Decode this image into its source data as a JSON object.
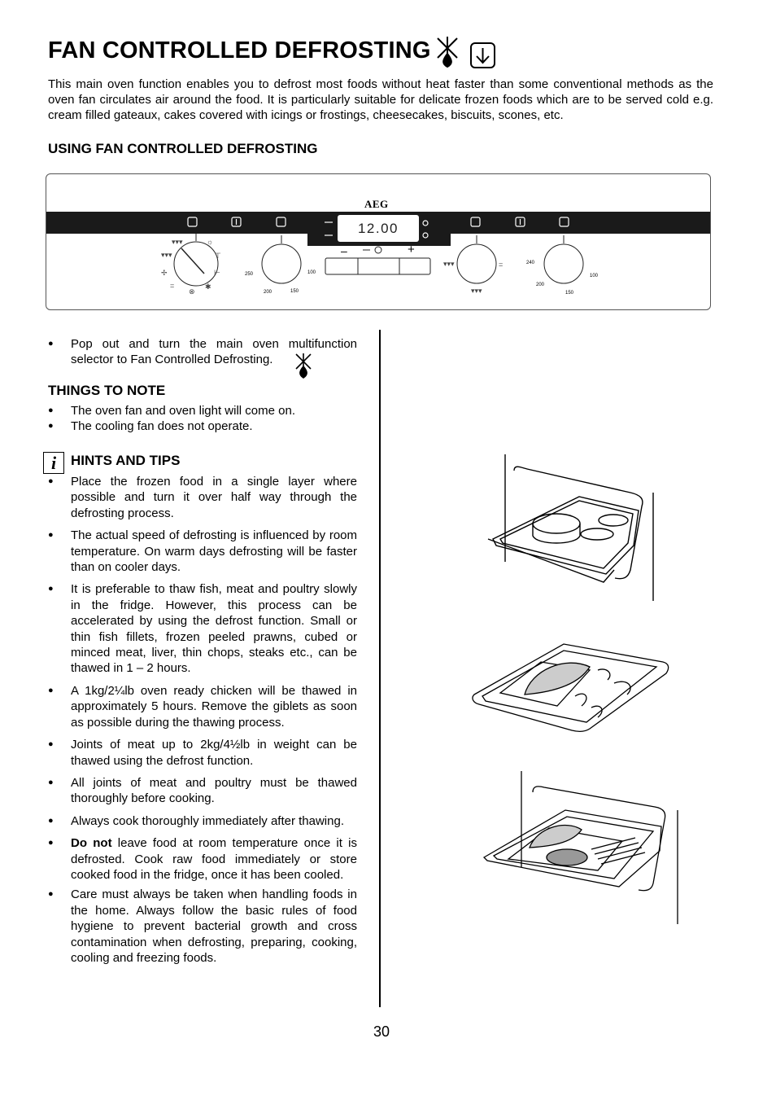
{
  "title": "FAN CONTROLLED DEFROSTING",
  "title_icons": [
    "defrost-fan-icon",
    "bottom-heat-arrow-icon"
  ],
  "intro": "This main oven function enables you to defrost most foods without heat faster than some conventional methods as the oven fan circulates air around the food.  It is particularly suitable for delicate frozen foods which are to be served cold e.g. cream filled gateaux, cakes covered with icings or frostings, cheesecakes, biscuits, scones, etc.",
  "section_heading": "USING FAN CONTROLLED DEFROSTING",
  "control_panel": {
    "brand": "AEG",
    "display_time": "12.00",
    "timer_minus": "–",
    "timer_plus": "+",
    "left_temp_dial": {
      "t250": "250",
      "t100": "100",
      "t200": "200",
      "t150": "150"
    },
    "right_temp_dial": {
      "t240": "240",
      "t100": "100",
      "t200": "200",
      "t150": "150"
    }
  },
  "step": "Pop out and turn the main oven multifunction selector to Fan Controlled Defrosting.",
  "things_heading": "THINGS TO NOTE",
  "things": [
    "The oven fan and oven light will come on.",
    "The cooling fan does not operate."
  ],
  "hints_icon": "i",
  "hints_heading": "HINTS AND TIPS",
  "hints": [
    {
      "text": "Place the frozen food in a single layer where possible and turn it over half way through the defrosting process."
    },
    {
      "text": "The actual speed of defrosting is influenced by room temperature.  On warm days defrosting will be faster than on cooler days."
    },
    {
      "text": "It is preferable to thaw fish, meat and poultry slowly in the fridge.  However, this process can be accelerated by using the defrost function. Small or thin fish fillets, frozen peeled prawns, cubed or minced meat, liver, thin chops, steaks etc., can be thawed in 1 – 2 hours."
    },
    {
      "text": "A 1kg/2¼lb oven ready chicken will be thawed in approximately 5 hours. Remove the giblets as soon as possible during the thawing process."
    },
    {
      "text": "Joints of meat up to 2kg/4½lb in weight can be thawed using the defrost function."
    },
    {
      "text": "All joints of meat and poultry must be thawed thoroughly before cooking."
    },
    {
      "text": "Always cook thoroughly immediately after thawing."
    },
    {
      "bold": "Do not",
      "text": " leave food at room temperature once it is defrosted.  Cook raw food immediately or store cooked food in the fridge, once it has been cooled."
    },
    {
      "text": "Care must always be taken when handling foods in the home.  Always follow the basic rules of food hygiene to prevent bacterial growth and cross contamination when defrosting, preparing, cooking, cooling and freezing foods."
    }
  ],
  "page_number": "30"
}
